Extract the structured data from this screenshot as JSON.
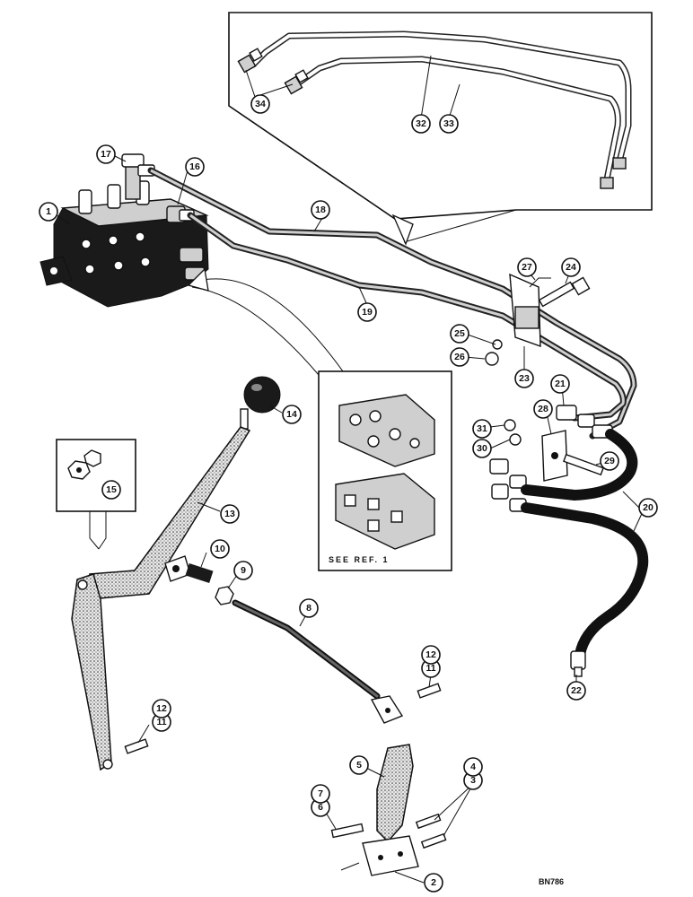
{
  "callouts": [
    {
      "id": "1",
      "label": "1"
    },
    {
      "id": "2",
      "label": "2"
    },
    {
      "id": "3",
      "label": "3"
    },
    {
      "id": "4",
      "label": "4"
    },
    {
      "id": "5",
      "label": "5"
    },
    {
      "id": "6",
      "label": "6"
    },
    {
      "id": "7",
      "label": "7"
    },
    {
      "id": "8",
      "label": "8"
    },
    {
      "id": "9",
      "label": "9"
    },
    {
      "id": "10",
      "label": "10"
    },
    {
      "id": "11a",
      "label": "11"
    },
    {
      "id": "12a",
      "label": "12"
    },
    {
      "id": "11b",
      "label": "11"
    },
    {
      "id": "12b",
      "label": "12"
    },
    {
      "id": "13",
      "label": "13"
    },
    {
      "id": "14",
      "label": "14"
    },
    {
      "id": "15",
      "label": "15"
    },
    {
      "id": "16",
      "label": "16"
    },
    {
      "id": "17",
      "label": "17"
    },
    {
      "id": "18",
      "label": "18"
    },
    {
      "id": "19",
      "label": "19"
    },
    {
      "id": "20a",
      "label": "20"
    },
    {
      "id": "20b",
      "label": "20"
    },
    {
      "id": "21",
      "label": "21"
    },
    {
      "id": "22",
      "label": "22"
    },
    {
      "id": "23",
      "label": "23"
    },
    {
      "id": "24",
      "label": "24"
    },
    {
      "id": "25",
      "label": "25"
    },
    {
      "id": "26",
      "label": "26"
    },
    {
      "id": "27",
      "label": "27"
    },
    {
      "id": "28",
      "label": "28"
    },
    {
      "id": "29",
      "label": "29"
    },
    {
      "id": "30",
      "label": "30"
    },
    {
      "id": "31",
      "label": "31"
    },
    {
      "id": "32",
      "label": "32"
    },
    {
      "id": "33",
      "label": "33"
    },
    {
      "id": "34",
      "label": "34"
    }
  ],
  "inset_note": "SEE REF. 1",
  "drawing_code": "BN786"
}
